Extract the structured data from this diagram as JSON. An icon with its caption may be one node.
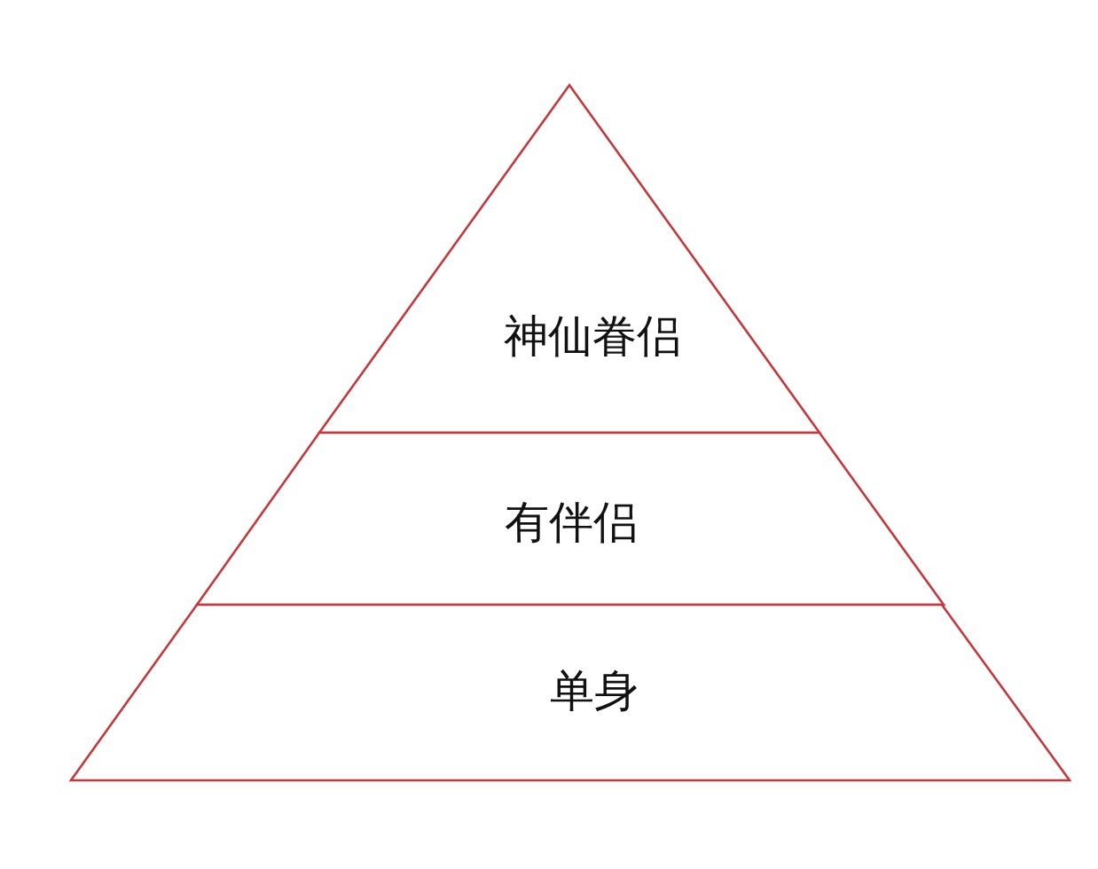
{
  "diagram": {
    "nodes": [
      {
        "text": [
          "神仙眷侣"
        ]
      },
      {
        "text": [
          "有伴侣"
        ]
      },
      {
        "text": [
          "单身"
        ]
      }
    ]
  }
}
